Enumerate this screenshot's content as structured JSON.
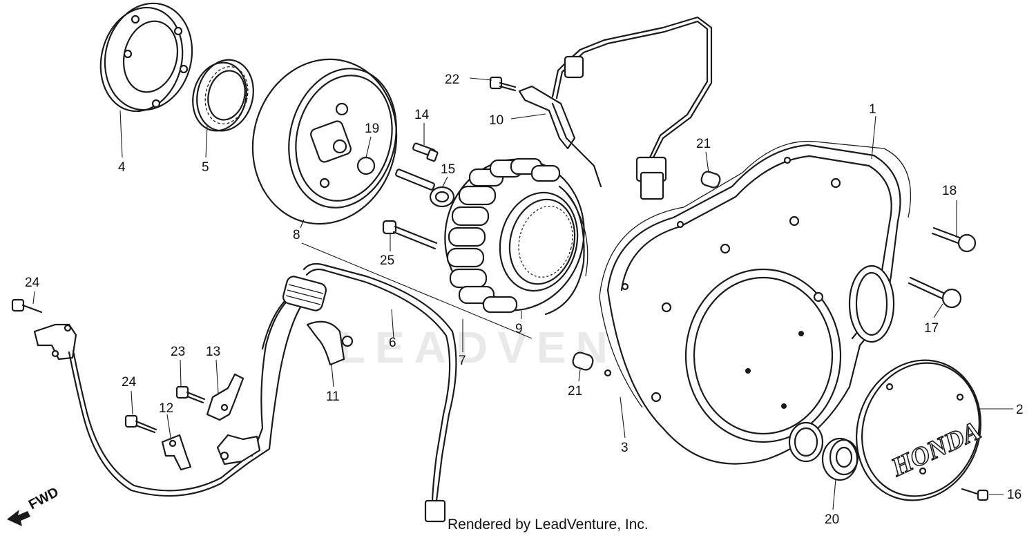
{
  "watermark": "LEADVENTURE",
  "footer": "Rendered by LeadVenture, Inc.",
  "fwd_label": "FWD",
  "cover_logo": "HONDA",
  "callouts": [
    {
      "id": "c1",
      "text": "1"
    },
    {
      "id": "c2",
      "text": "2"
    },
    {
      "id": "c3",
      "text": "3"
    },
    {
      "id": "c4",
      "text": "4"
    },
    {
      "id": "c5",
      "text": "5"
    },
    {
      "id": "c6",
      "text": "6"
    },
    {
      "id": "c7",
      "text": "7"
    },
    {
      "id": "c8",
      "text": "8"
    },
    {
      "id": "c9",
      "text": "9"
    },
    {
      "id": "c10",
      "text": "10"
    },
    {
      "id": "c11",
      "text": "11"
    },
    {
      "id": "c12",
      "text": "12"
    },
    {
      "id": "c13",
      "text": "13"
    },
    {
      "id": "c14",
      "text": "14"
    },
    {
      "id": "c15",
      "text": "15"
    },
    {
      "id": "c16",
      "text": "16"
    },
    {
      "id": "c17",
      "text": "17"
    },
    {
      "id": "c18",
      "text": "18"
    },
    {
      "id": "c19",
      "text": "19"
    },
    {
      "id": "c20",
      "text": "20"
    },
    {
      "id": "c21a",
      "text": "21"
    },
    {
      "id": "c21b",
      "text": "21"
    },
    {
      "id": "c22",
      "text": "22"
    },
    {
      "id": "c23",
      "text": "23"
    },
    {
      "id": "c24a",
      "text": "24"
    },
    {
      "id": "c24b",
      "text": "24"
    },
    {
      "id": "c25",
      "text": "25"
    }
  ]
}
